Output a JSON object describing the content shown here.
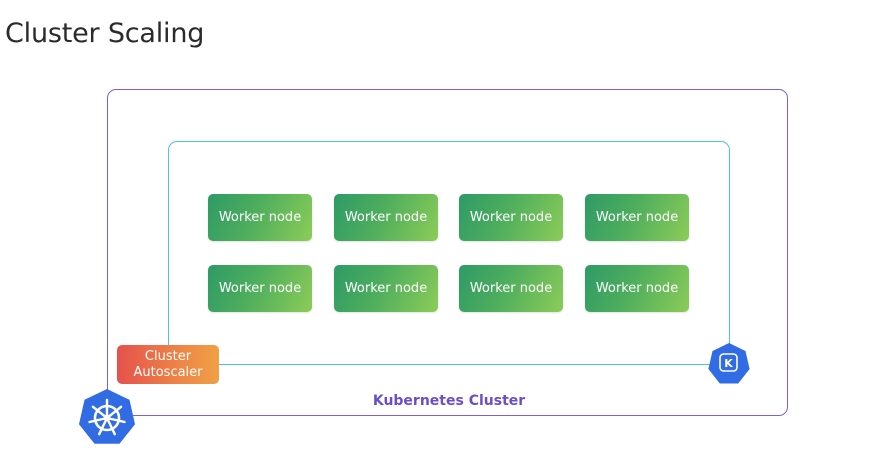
{
  "page": {
    "title": "Cluster Scaling"
  },
  "diagram": {
    "cluster_label": "Kubernetes Cluster",
    "worker_nodes": [
      "Worker node",
      "Worker node",
      "Worker node",
      "Worker node",
      "Worker node",
      "Worker node",
      "Worker node",
      "Worker node"
    ],
    "autoscaler": {
      "line1": "Cluster",
      "line2": "Autoscaler"
    },
    "icons": {
      "cluster_icon": "kubernetes-helm-wheel-icon",
      "control_icon": "kubernetes-k-badge-icon"
    },
    "colors": {
      "cluster_border": "#7b62d0",
      "nodepool_border": "#4cc6d6",
      "node_gradient_start": "#2e9a66",
      "node_gradient_end": "#8ccc58",
      "autoscaler_gradient_start": "#e5524c",
      "autoscaler_gradient_end": "#f0a046",
      "kubernetes_blue": "#326ce5"
    }
  }
}
